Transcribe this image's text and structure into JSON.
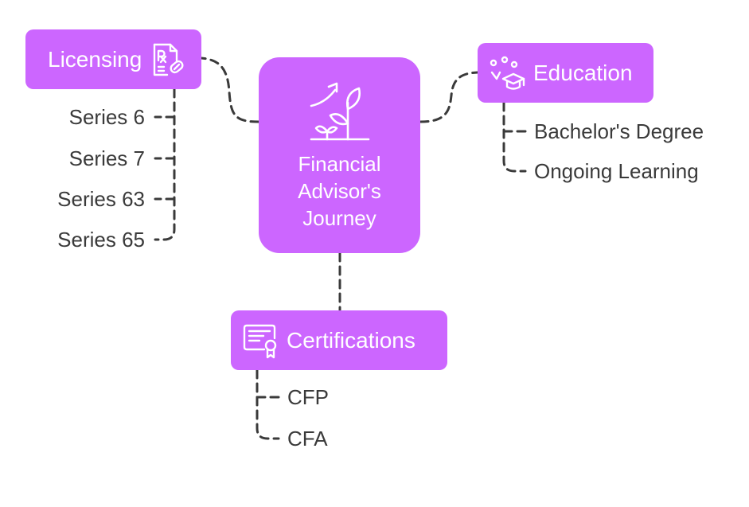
{
  "diagram": {
    "center": {
      "title": "Financial Advisor's Journey",
      "icon": "growth-plant-icon"
    },
    "licensing": {
      "label": "Licensing",
      "icon": "prescription-license-icon",
      "items": [
        "Series 6",
        "Series 7",
        "Series 63",
        "Series 65"
      ]
    },
    "education": {
      "label": "Education",
      "icon": "graduation-cap-icon",
      "items": [
        "Bachelor's Degree",
        "Ongoing Learning"
      ]
    },
    "certifications": {
      "label": "Certifications",
      "icon": "certificate-icon",
      "items": [
        "CFP",
        "CFA"
      ]
    },
    "colors": {
      "node_fill": "#cc66ff",
      "node_text": "#ffffff",
      "leaf_text": "#3a3a3a",
      "connector": "#3a3a3a"
    }
  }
}
